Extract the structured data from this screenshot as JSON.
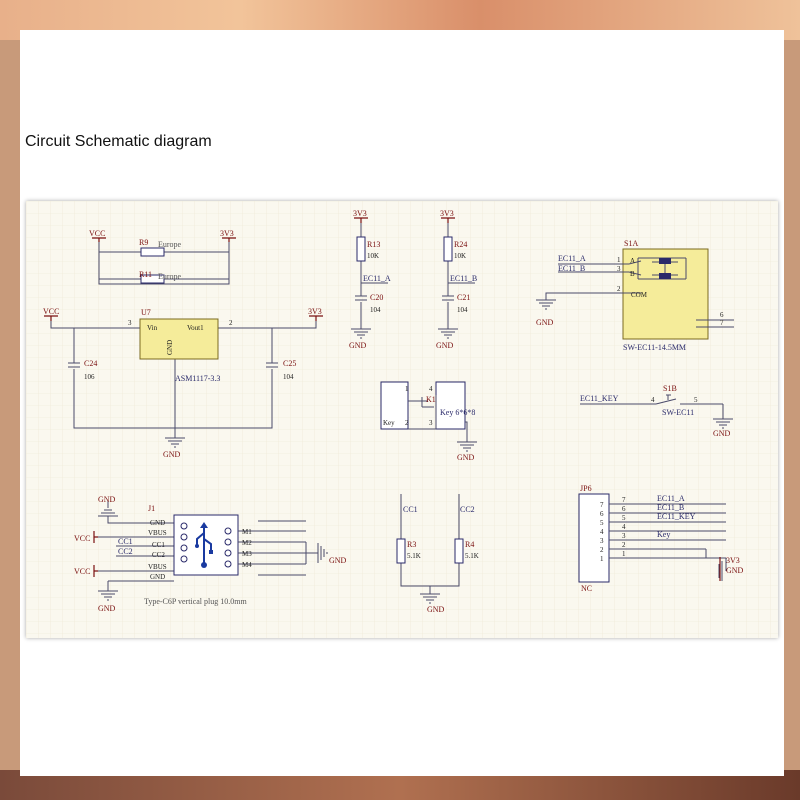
{
  "page": {
    "heading": "Circuit Schematic diagram"
  },
  "schematic": {
    "power": {
      "vcc": "VCC",
      "v3v3": "3V3",
      "gnd": "GND"
    },
    "resistor_block": {
      "r9": "R9",
      "r9_note": "Europe",
      "r11": "R11",
      "r11_note": "Europe"
    },
    "regulator": {
      "ref": "U7",
      "part": "ASM1117-3.3",
      "pin_vin": "Vin",
      "pin_vout": "Vout1",
      "pin_gnd": "GND",
      "pin3": "3",
      "pin2": "2",
      "c24": "C24",
      "c24_val": "106",
      "c25": "C25",
      "c25_val": "104"
    },
    "pullup_a": {
      "r13": "R13",
      "r13_val": "10K",
      "net": "EC11_A",
      "c20": "C20",
      "c20_val": "104"
    },
    "pullup_b": {
      "r24": "R24",
      "r24_val": "10K",
      "net": "EC11_B",
      "c21": "C21",
      "c21_val": "104"
    },
    "encoder": {
      "ref": "S1A",
      "net_a": "EC11_A",
      "net_b": "EC11_B",
      "pin_a": "A",
      "pin_b": "B",
      "pin_com": "COM",
      "pin1": "1",
      "pin3": "3",
      "pin2": "2",
      "pin6": "6",
      "pin7": "7",
      "part": "SW-EC11-14.5MM"
    },
    "key": {
      "ref": "K1",
      "label": "Key",
      "part": "Key 6*6*8",
      "pin1": "1",
      "pin2": "2",
      "pin3": "3",
      "pin4": "4"
    },
    "encoder_switch": {
      "ref": "S1B",
      "net": "EC11_KEY",
      "pin4": "4",
      "pin5": "5",
      "part": "SW-EC11"
    },
    "usb": {
      "ref": "J1",
      "pins_left": [
        "GND",
        "VBUS",
        "CC1",
        "CC2",
        "VBUS",
        "GND"
      ],
      "pins_right": [
        "M1",
        "M2",
        "M3",
        "M4"
      ],
      "net_cc1": "CC1",
      "net_cc2": "CC2",
      "part": "Type-C6P vertical plug 10.0mm"
    },
    "cc_resistors": {
      "net_cc1": "CC1",
      "net_cc2": "CC2",
      "r3": "R3",
      "r3_val": "5.1K",
      "r4": "R4",
      "r4_val": "5.1K"
    },
    "header": {
      "ref": "JP6",
      "nc": "NC",
      "pin_numbers": [
        "7",
        "6",
        "5",
        "4",
        "3",
        "2",
        "1"
      ],
      "nets": [
        "EC11_A",
        "EC11_B",
        "EC11_KEY",
        "",
        "Key",
        "",
        ""
      ]
    }
  }
}
